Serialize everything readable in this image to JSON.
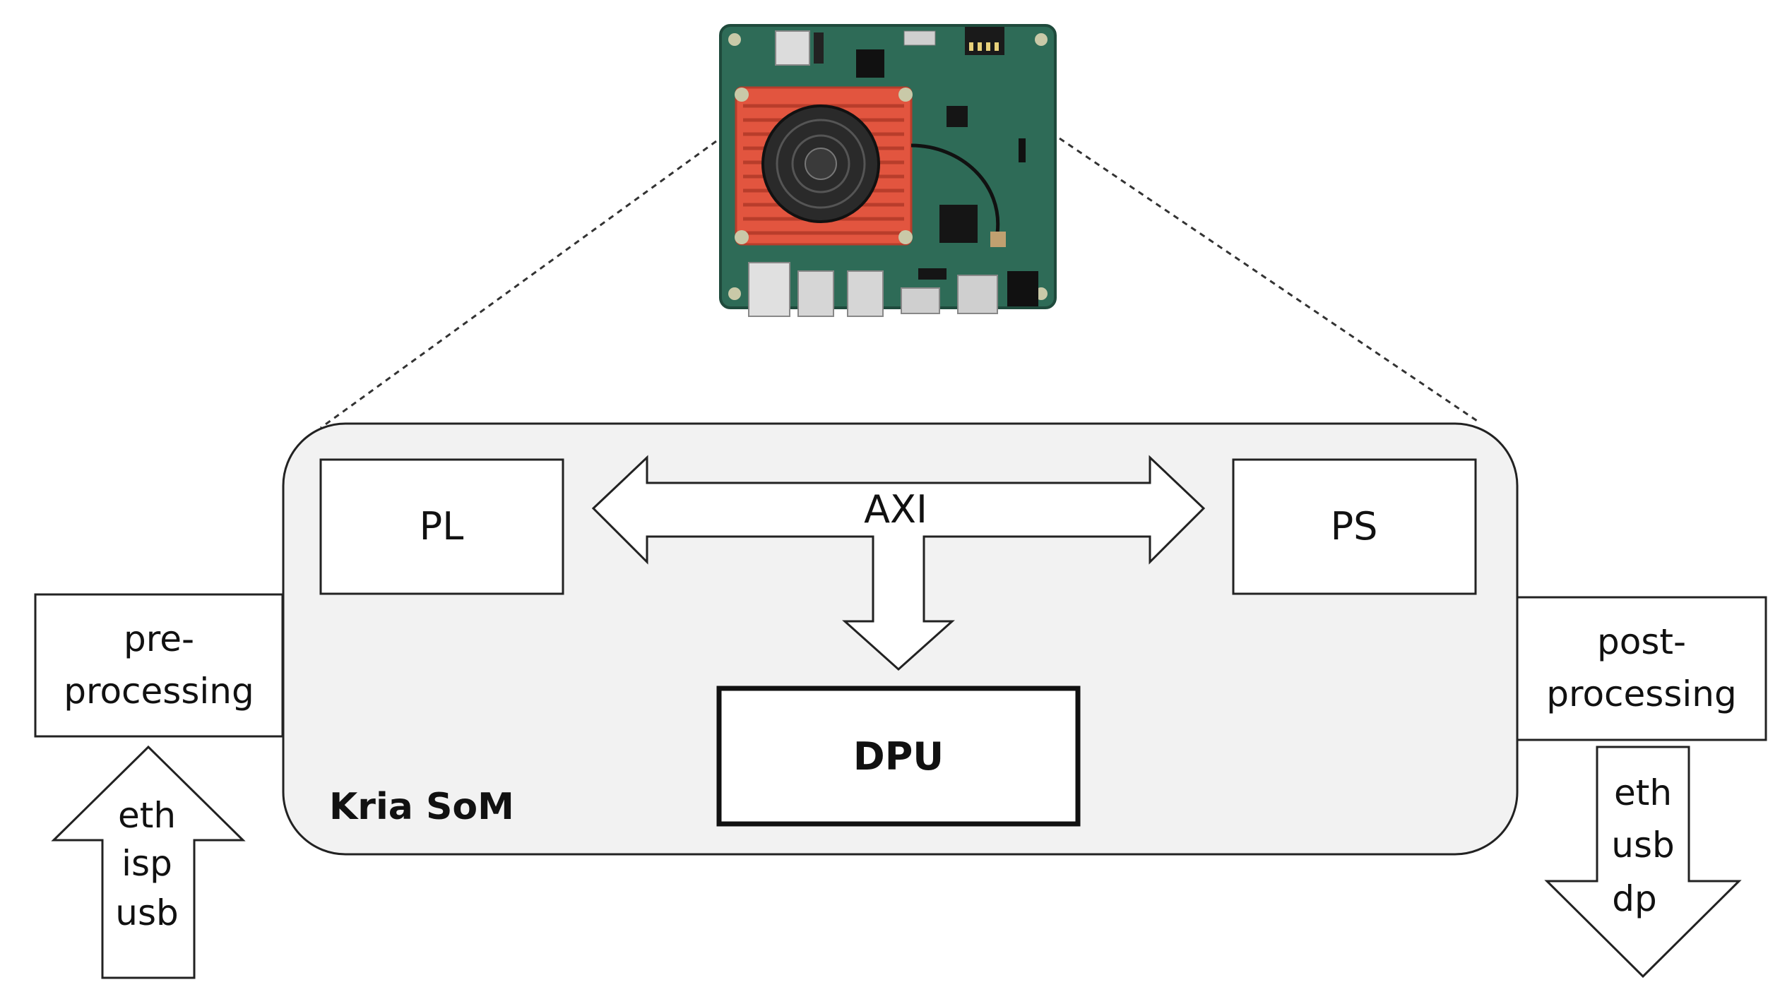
{
  "blocks": {
    "pl": "PL",
    "ps": "PS",
    "dpu": "DPU",
    "som_label": "Kria SoM",
    "axi": "AXI",
    "pre_line1": "pre-",
    "pre_line2": "processing",
    "post_line1": "post-",
    "post_line2": "processing"
  },
  "inputs": [
    "eth",
    "isp",
    "usb"
  ],
  "outputs": [
    "eth",
    "usb",
    "dp"
  ],
  "colors": {
    "som_fill": "#f2f2f2",
    "board_pcb": "#2e6b57",
    "heatsink": "#e2553f",
    "stroke": "#222222"
  }
}
